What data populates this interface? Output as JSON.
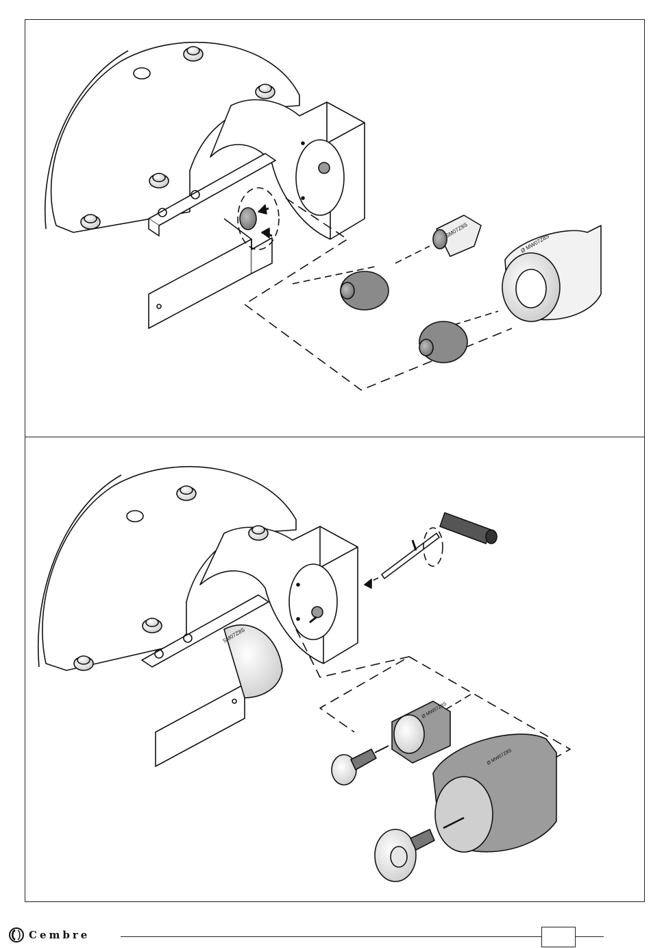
{
  "figures": [
    {
      "id": "upper",
      "part_label": "SM07Z8S",
      "die_label": "Ø MW07Z8S"
    },
    {
      "id": "lower",
      "part_label": "SM07Z8S",
      "sleeve_label": "Ø MW07Z8S",
      "die_label": "Ø MW07Z8S"
    }
  ],
  "footer": {
    "brand": "Cembre",
    "page_number": ""
  },
  "colors": {
    "line": "#111111",
    "shade_dark": "#7a7a7a",
    "shade_light": "#d8d8d8"
  }
}
